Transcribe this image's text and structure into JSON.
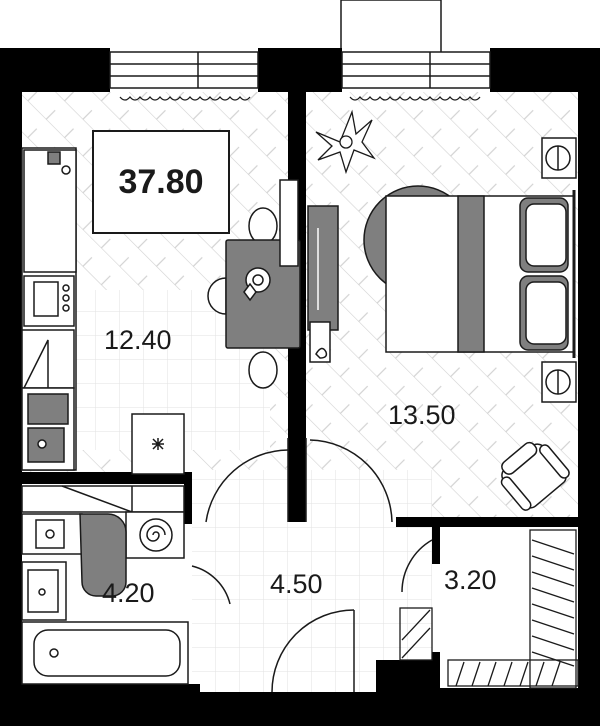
{
  "plan": {
    "total_area": "37.80",
    "rooms": [
      {
        "id": "kitchen",
        "area": "12.40"
      },
      {
        "id": "bedroom",
        "area": "13.50"
      },
      {
        "id": "bathroom",
        "area": "4.20"
      },
      {
        "id": "hallway",
        "area": "4.50"
      },
      {
        "id": "wardrobe",
        "area": "3.20"
      }
    ]
  },
  "colors": {
    "wall": "#000000",
    "furniture_fill": "#7f7f7f",
    "line": "#1a1a1a",
    "hatch": "#cfcfcf",
    "tile": "#e2e2e2"
  }
}
